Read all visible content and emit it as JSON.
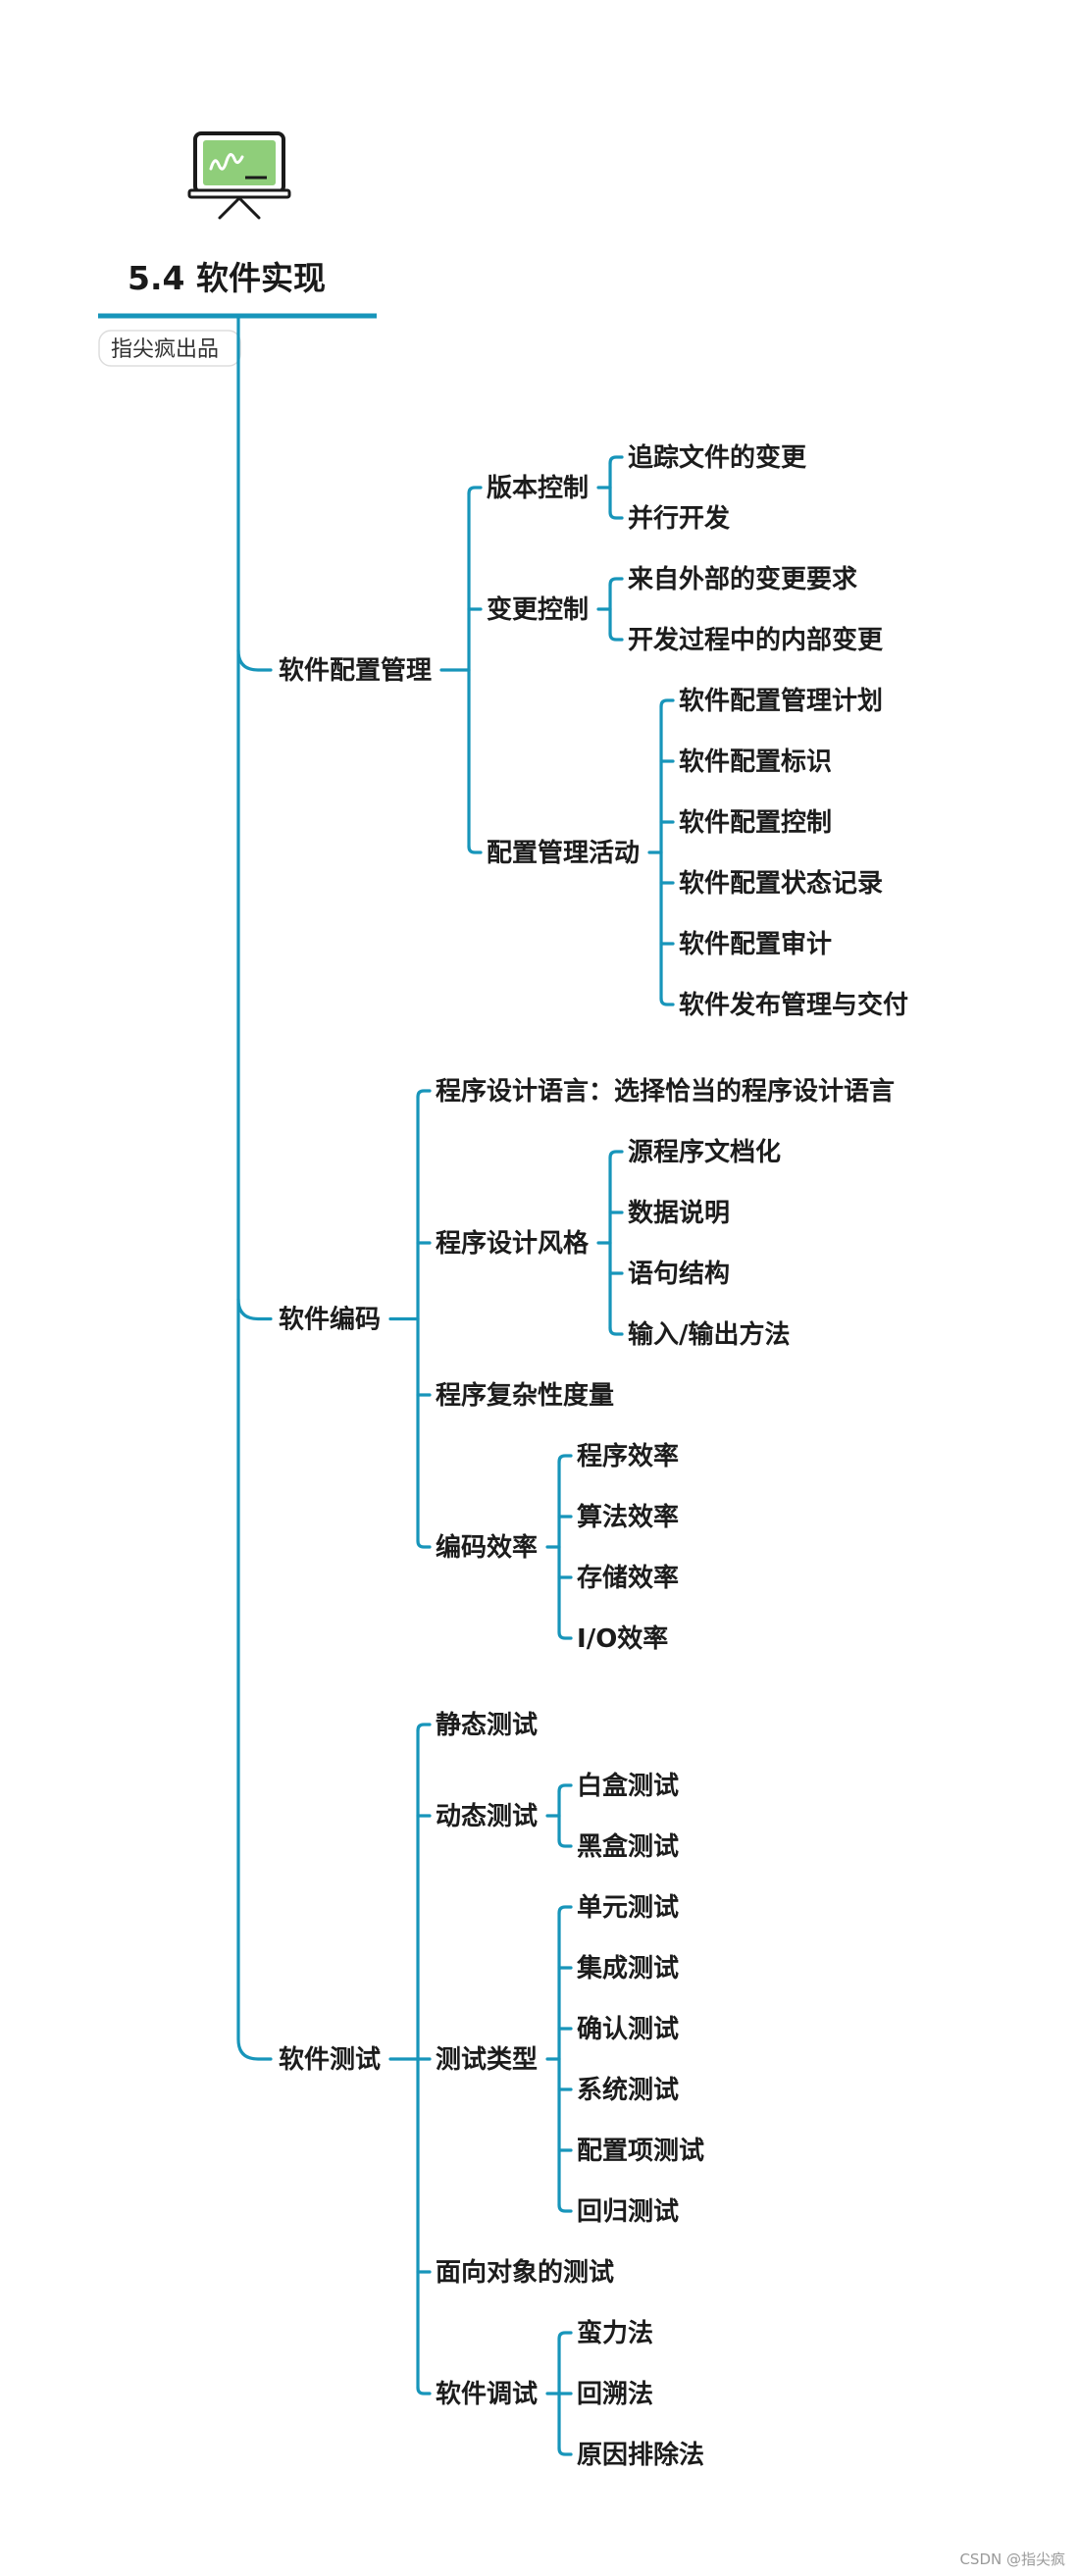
{
  "title": "5.4  软件实现",
  "badge": "指尖疯出品",
  "watermark": "CSDN @指尖疯",
  "colors": {
    "line": "#1795ba",
    "text": "#1c1c1c",
    "board_green": "#8fce7a"
  },
  "icon": "blackboard-icon",
  "tree": [
    {
      "label": "软件配置管理",
      "children": [
        {
          "label": "版本控制",
          "children": [
            {
              "label": "追踪文件的变更"
            },
            {
              "label": "并行开发"
            }
          ]
        },
        {
          "label": "变更控制",
          "children": [
            {
              "label": "来自外部的变更要求"
            },
            {
              "label": "开发过程中的内部变更"
            }
          ]
        },
        {
          "label": "配置管理活动",
          "children": [
            {
              "label": "软件配置管理计划"
            },
            {
              "label": "软件配置标识"
            },
            {
              "label": "软件配置控制"
            },
            {
              "label": "软件配置状态记录"
            },
            {
              "label": "软件配置审计"
            },
            {
              "label": "软件发布管理与交付"
            }
          ]
        }
      ]
    },
    {
      "label": "软件编码",
      "children": [
        {
          "label": "程序设计语言：选择恰当的程序设计语言"
        },
        {
          "label": "程序设计风格",
          "children": [
            {
              "label": "源程序文档化"
            },
            {
              "label": "数据说明"
            },
            {
              "label": "语句结构"
            },
            {
              "label": "输入/输出方法"
            }
          ]
        },
        {
          "label": "程序复杂性度量"
        },
        {
          "label": "编码效率",
          "children": [
            {
              "label": "程序效率"
            },
            {
              "label": "算法效率"
            },
            {
              "label": "存储效率"
            },
            {
              "label": "I/O效率"
            }
          ]
        }
      ]
    },
    {
      "label": "软件测试",
      "children": [
        {
          "label": "静态测试"
        },
        {
          "label": "动态测试",
          "children": [
            {
              "label": "白盒测试"
            },
            {
              "label": "黑盒测试"
            }
          ]
        },
        {
          "label": "测试类型",
          "children": [
            {
              "label": "单元测试"
            },
            {
              "label": "集成测试"
            },
            {
              "label": "确认测试"
            },
            {
              "label": "系统测试"
            },
            {
              "label": "配置项测试"
            },
            {
              "label": "回归测试"
            }
          ]
        },
        {
          "label": "面向对象的测试"
        },
        {
          "label": "软件调试",
          "children": [
            {
              "label": "蛮力法"
            },
            {
              "label": "回溯法"
            },
            {
              "label": "原因排除法"
            }
          ]
        }
      ]
    }
  ]
}
